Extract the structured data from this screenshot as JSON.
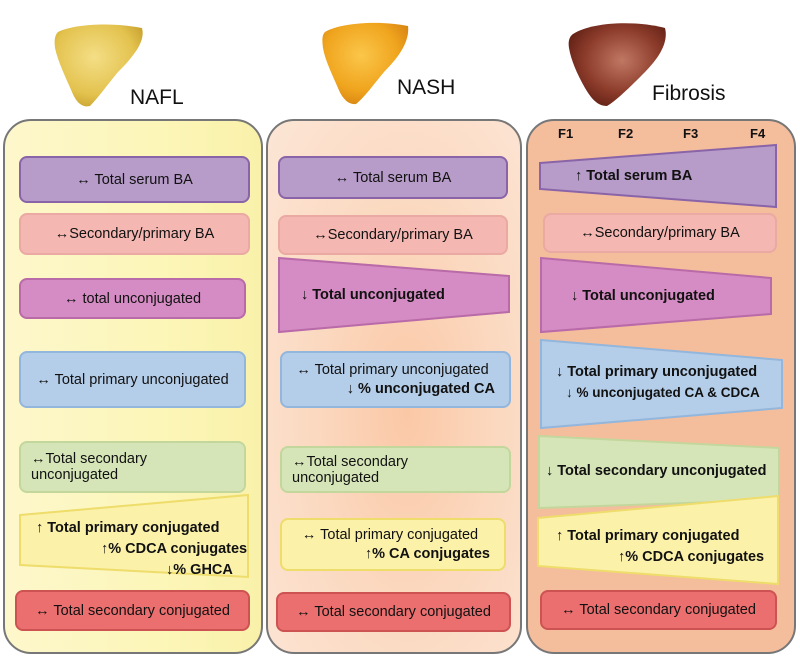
{
  "columns": [
    {
      "title": "NAFL",
      "boxes": [
        "↔ Total serum BA",
        "↔Secondary/primary BA",
        "↔ total unconjugated",
        "↔ Total primary unconjugated",
        "↔Total secondary unconjugated",
        [
          "↑ Total primary conjugated",
          "↑% CDCA conjugates",
          "↓% GHCA"
        ],
        "↔ Total secondary conjugated"
      ]
    },
    {
      "title": "NASH",
      "boxes": [
        "↔ Total serum BA",
        "↔Secondary/primary BA",
        "↓ Total  unconjugated",
        [
          "↔ Total primary unconjugated",
          "↓ % unconjugated CA"
        ],
        "↔Total secondary unconjugated",
        [
          "↔ Total primary conjugated",
          "↑% CA conjugates"
        ],
        "↔ Total secondary conjugated"
      ]
    },
    {
      "title": "Fibrosis",
      "stages": [
        "F1",
        "F2",
        "F3",
        "F4"
      ],
      "boxes": [
        "↑ Total serum BA",
        "↔Secondary/primary BA",
        "↓ Total  unconjugated",
        [
          "↓ Total primary unconjugated",
          "↓ % unconjugated CA & CDCA"
        ],
        "↓ Total secondary unconjugated",
        [
          "↑ Total primary conjugated",
          "↑% CDCA conjugates"
        ],
        "↔ Total secondary conjugated"
      ]
    }
  ],
  "colors": {
    "panel1_bg": "#fdf9c8",
    "panel2_bg": "#fbd8bf",
    "panel3_bg": "#f4bd9c",
    "purple": "#b79bc9",
    "pink": "#f5b7b1",
    "magenta": "#d58bc3",
    "blue": "#b4cde8",
    "green": "#d6e5b8",
    "yellow": "#fbf1a9",
    "red": "#ec6f6f"
  },
  "icons": [
    "healthy-fatty-liver-icon",
    "nash-liver-icon",
    "fibrotic-liver-icon"
  ]
}
